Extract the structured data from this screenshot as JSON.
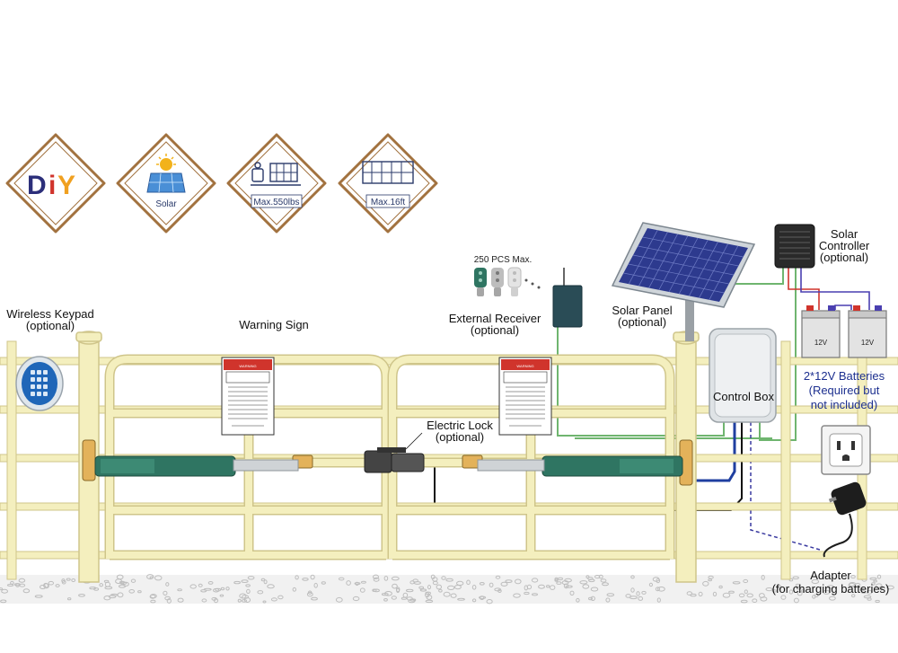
{
  "badges": {
    "diy": {
      "d": "D",
      "i": "i",
      "y": "Y"
    },
    "solar": "Solar",
    "weight": "Max.550lbs",
    "length": "Max.16ft"
  },
  "labels": {
    "keypad_line1": "Wireless Keypad",
    "keypad_line2": "(optional)",
    "warning_sign": "Warning Sign",
    "remotes_max": "250 PCS Max.",
    "receiver_line1": "External Receiver",
    "receiver_line2": "(optional)",
    "solar_panel_line1": "Solar Panel",
    "solar_panel_line2": "(optional)",
    "controller_line1": "Solar",
    "controller_line2": "Controller",
    "controller_line3": "(optional)",
    "batteries_line1": "2*12V Batteries",
    "batteries_line2": "(Required but",
    "batteries_line3": "not included)",
    "battery_voltage": "12V",
    "control_box": "Control Box",
    "lock_line1": "Electric Lock",
    "lock_line2": "(optional)",
    "adapter_line1": "Adapter",
    "adapter_line2": "(for charging batteries)"
  },
  "sign": {
    "header": "WARNING"
  },
  "colors": {
    "badge_border": "#a2723f",
    "fence": "#f4efbe",
    "fence_edge": "#cfc58a",
    "actuator": "#2f7562",
    "wire_green": "#6fb56f",
    "wire_blue": "#1f3fa0",
    "wire_black": "#111111",
    "warning_red": "#d0342c",
    "battery_text": "#1c2f8f"
  }
}
